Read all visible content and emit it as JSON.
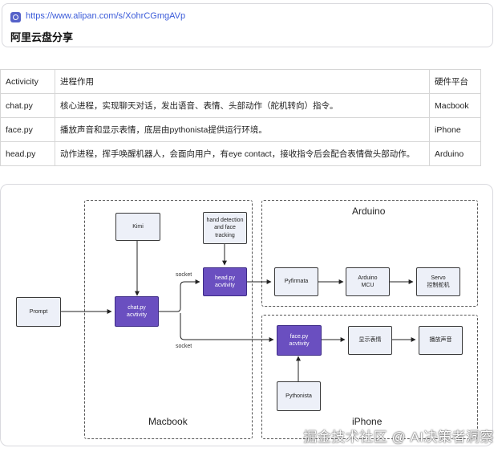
{
  "link_card": {
    "url": "https://www.alipan.com/s/XohrCGmgAVp",
    "title": "阿里云盘分享"
  },
  "table": {
    "headers": [
      "Activicity",
      "进程作用",
      "硬件平台"
    ],
    "rows": [
      [
        "chat.py",
        "核心进程，实现聊天对话，发出语音、表情、头部动作（舵机转向）指令。",
        "Macbook"
      ],
      [
        "face.py",
        "播放声音和显示表情，底层由pythonista提供运行环境。",
        "iPhone"
      ],
      [
        "head.py",
        "动作进程，挥手唤醒机器人，会面向用户，有eye contact，接收指令后会配合表情做头部动作。",
        "Arduino"
      ]
    ]
  },
  "diagram": {
    "groups": {
      "macbook": "Macbook",
      "arduino": "Arduino",
      "iphone": "iPhone"
    },
    "nodes": {
      "prompt": "Prompt",
      "kimi": "Kimi",
      "chat": "chat.py\nacvtivity",
      "hand": "hand detection\nand face\ntracking",
      "head": "head.py\nacvtivity",
      "pyfirmata": "Pyfirmata",
      "arduino_mcu": "Arduino\nMCU",
      "servo": "Servo\n控制舵机",
      "face": "face.py\nacvtivity",
      "show_face": "显示表情",
      "play_sound": "播放声音",
      "pythonista": "Pythonista"
    },
    "edge_labels": {
      "socket_top": "socket",
      "socket_bottom": "socket"
    },
    "colors": {
      "node_fill": "#edf0f8",
      "activity_fill": "#6a4fc0"
    }
  },
  "watermark": "掘金技术社区 @ AI决策者洞察"
}
